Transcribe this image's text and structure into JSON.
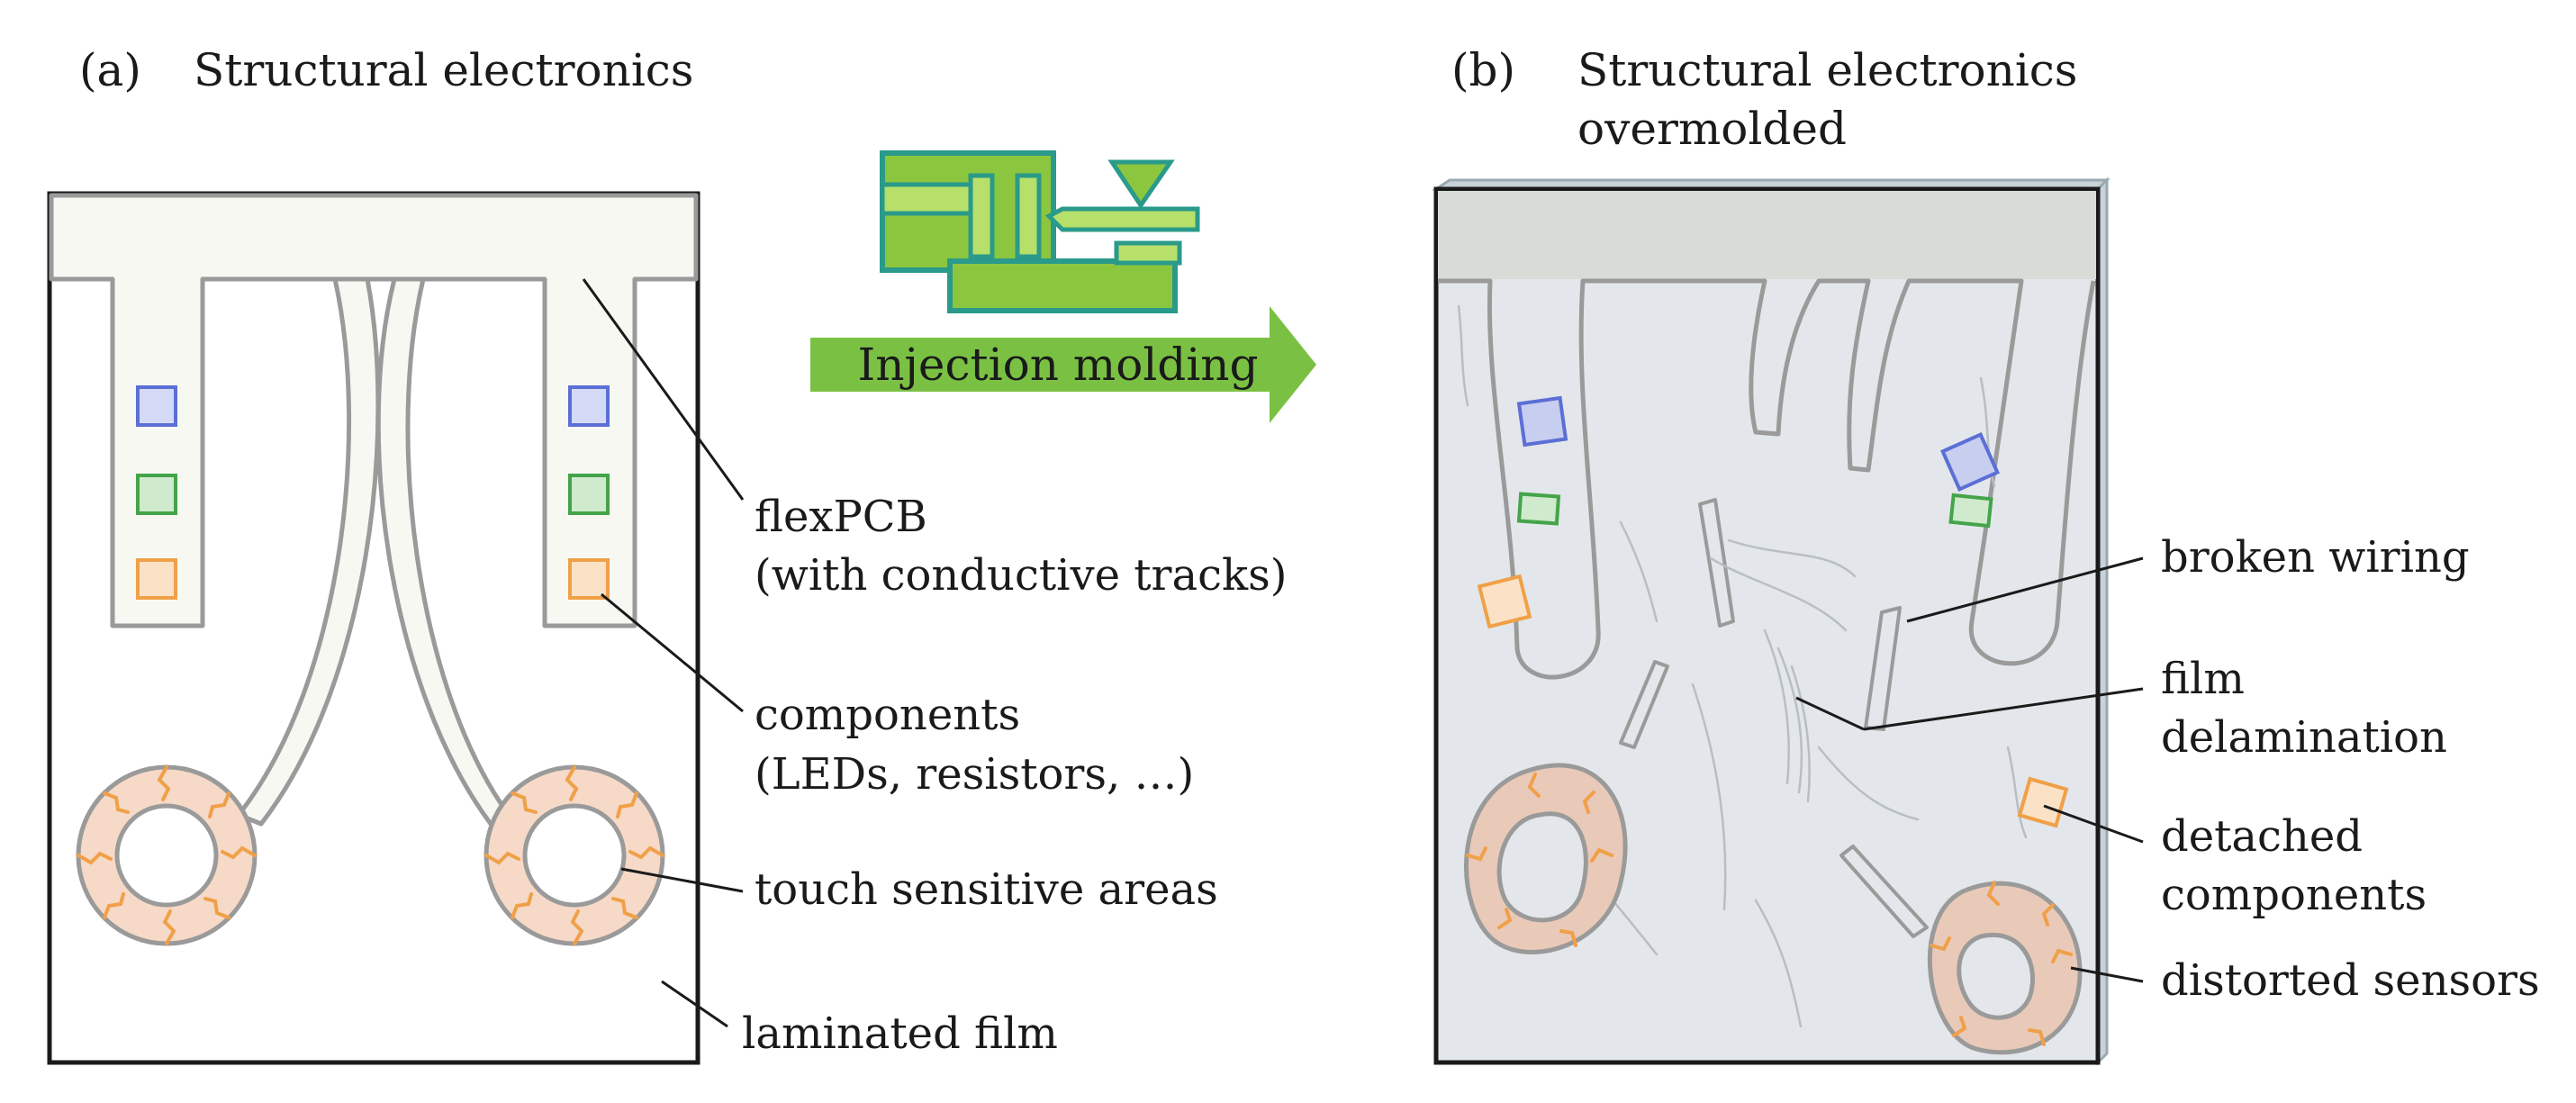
{
  "panel_a": {
    "letter": "(a)",
    "title": "Structural electronics",
    "labels": {
      "flexpcb_line1": "flexPCB",
      "flexpcb_line2": "(with conductive tracks)",
      "components_line1": "components",
      "components_line2": "(LEDs, resistors, …)",
      "touch": "touch sensitive areas",
      "laminated": "laminated film"
    }
  },
  "panel_b": {
    "letter": "(b)",
    "title_line1": "Structural electronics",
    "title_line2": "overmolded",
    "labels": {
      "broken": "broken wiring",
      "delam_line1": "film",
      "delam_line2": "delamination",
      "detached_line1": "detached",
      "detached_line2": "components",
      "distorted": "distorted sensors"
    }
  },
  "process": {
    "arrow_label": "Injection molding"
  },
  "colors": {
    "film_fill": "#f7f8f2",
    "pcb_stroke": "#9a9a9a",
    "component_blue": "#5b6fd6",
    "component_green": "#44a44a",
    "component_orange": "#f0a048",
    "sensor_fill": "#f6d9c6",
    "machine_green": "#8cc63f",
    "machine_outline": "#2a9a8a",
    "arrow_green": "#7ac143",
    "overmold_fill": "#e3e7eb",
    "overmold_top": "#d7dcd6"
  }
}
